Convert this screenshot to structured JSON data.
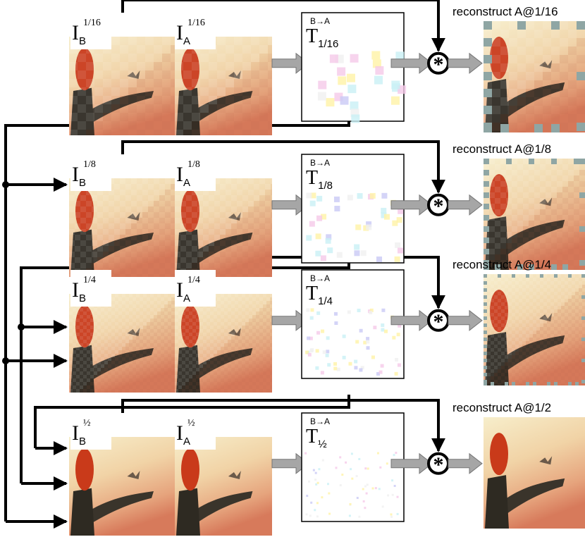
{
  "diagram": {
    "rows": [
      {
        "id": "1-16",
        "scale": "1/16",
        "input_b": {
          "base": "I",
          "sub": "B",
          "sup": "1/16"
        },
        "input_a": {
          "base": "I",
          "sub": "A",
          "sup": "1/16"
        },
        "transform": {
          "base": "T",
          "sub": "1/16",
          "sup": "B→A"
        },
        "operator": "*",
        "output_label": "reconstruct A@1/16",
        "output_coarseness": "coarsest"
      },
      {
        "id": "1-8",
        "scale": "1/8",
        "input_b": {
          "base": "I",
          "sub": "B",
          "sup": "1/8"
        },
        "input_a": {
          "base": "I",
          "sub": "A",
          "sup": "1/8"
        },
        "transform": {
          "base": "T",
          "sub": "1/8",
          "sup": "B→A"
        },
        "operator": "*",
        "output_label": "reconstruct A@1/8",
        "output_coarseness": "coarse"
      },
      {
        "id": "1-4",
        "scale": "1/4",
        "input_b": {
          "base": "I",
          "sub": "B",
          "sup": "1/4"
        },
        "input_a": {
          "base": "I",
          "sub": "A",
          "sup": "1/4"
        },
        "transform": {
          "base": "T",
          "sub": "1/4",
          "sup": "B→A"
        },
        "operator": "*",
        "output_label": "reconstruct A@1/4",
        "output_coarseness": "medium"
      },
      {
        "id": "1-2",
        "scale": "½",
        "input_b": {
          "base": "I",
          "sub": "B",
          "sup": "½"
        },
        "input_a": {
          "base": "I",
          "sub": "A",
          "sup": "½"
        },
        "transform": {
          "base": "T",
          "sub": "½",
          "sup": "B→A"
        },
        "operator": "*",
        "output_label": "reconstruct A@1/2",
        "output_coarseness": "fine"
      }
    ],
    "colors": {
      "sky_light": "#f6ecc8",
      "sky_warm": "#e9b58e",
      "sky_deep": "#d9805f",
      "hair": "#c93a1a",
      "figure": "#2e2a22",
      "wing": "#3a342b",
      "arrow_grey": "#a6a6a6",
      "line": "#000000",
      "transform_bg": "#ffffff",
      "missing_pixel": "#8fa6a4"
    }
  }
}
